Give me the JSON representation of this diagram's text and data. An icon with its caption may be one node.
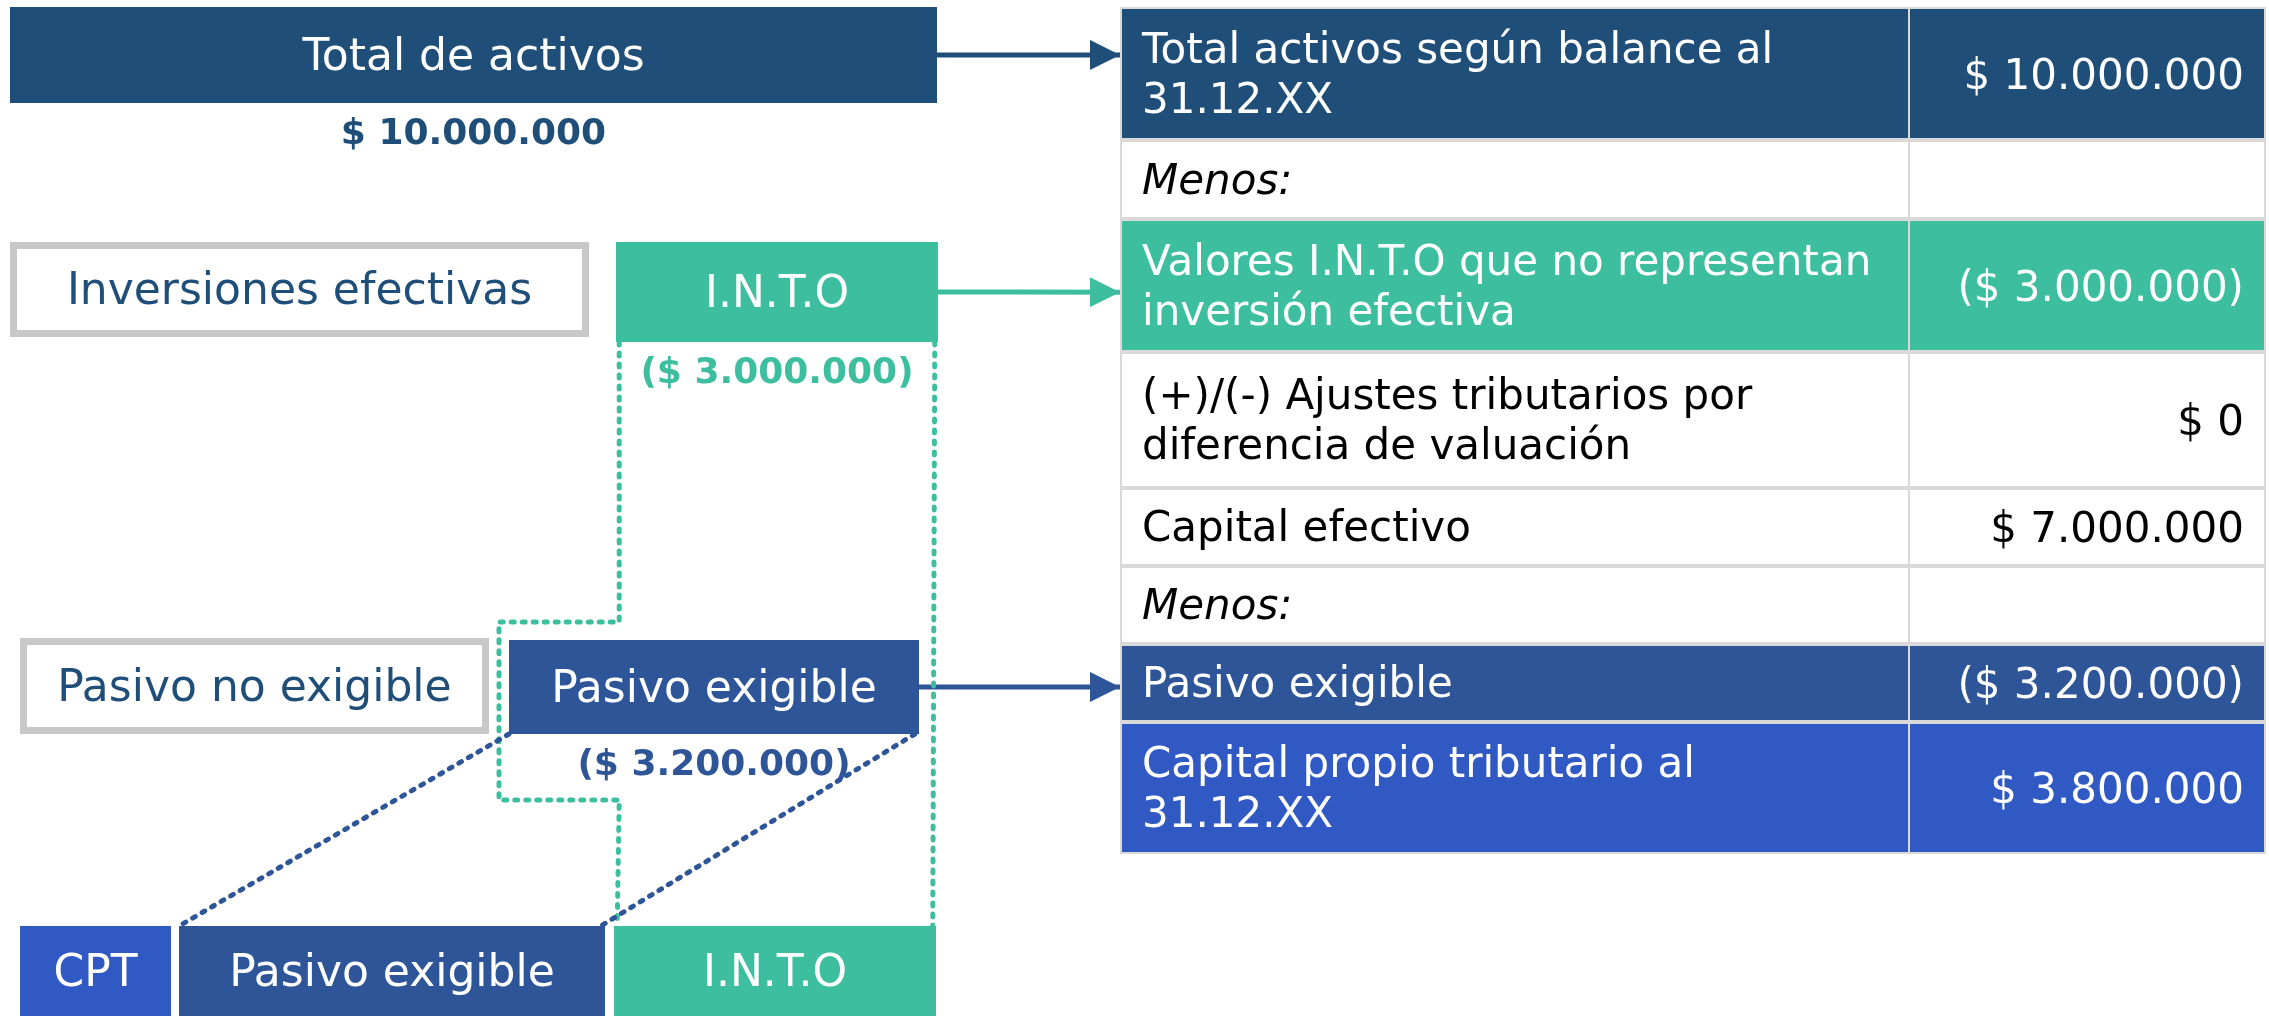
{
  "diagram": {
    "nodes": [
      {
        "text": [
          "Total de activos"
        ],
        "beside": [
          "$ 10.000.000"
        ]
      },
      {
        "text": [
          "Inversiones efectivas"
        ]
      },
      {
        "text": [
          "I.N.T.O"
        ],
        "beside": [
          "($ 3.000.000)"
        ]
      },
      {
        "text": [
          "Pasivo no exigible"
        ]
      },
      {
        "text": [
          "Pasivo exigible"
        ],
        "beside": [
          "($ 3.200.000)"
        ]
      },
      {
        "text": [
          "CPT"
        ]
      },
      {
        "text": [
          "Pasivo exigible"
        ]
      },
      {
        "text": [
          "I.N.T.O"
        ]
      },
      {
        "text": [
          "Total activos según balance al 31.12.XX",
          "$ 10.000.000"
        ]
      },
      {
        "text": [
          "Menos:"
        ]
      },
      {
        "text": [
          "Valores I.N.T.O que no representan inversión efectiva",
          "($ 3.000.000)"
        ]
      },
      {
        "text": [
          "(+)/(-) Ajustes tributarios por diferencia de valuación",
          "$ 0"
        ]
      },
      {
        "text": [
          "Capital efectivo",
          "$ 7.000.000"
        ]
      },
      {
        "text": [
          "Menos:"
        ]
      },
      {
        "text": [
          "Pasivo exigible",
          "($ 3.200.000)"
        ]
      },
      {
        "text": [
          "Capital propio tributario al 31.12.XX",
          "$ 3.800.000"
        ]
      }
    ],
    "edges": [
      {
        "from": 0,
        "to": 8,
        "arrow": "to",
        "color": "#1f4e79"
      },
      {
        "from": 2,
        "to": 10,
        "arrow": "to",
        "color": "#3dbf9f"
      },
      {
        "from": 4,
        "to": 14,
        "arrow": "to",
        "color": "#2e5597"
      },
      {
        "from": 2,
        "to": 7,
        "arrow": "none",
        "style": "dashed",
        "color": "#3dbf9f"
      },
      {
        "from": 2,
        "to": 7,
        "arrow": "none",
        "style": "dashed",
        "color": "#3dbf9f"
      },
      {
        "from": 4,
        "to": 6,
        "arrow": "none",
        "style": "dashed",
        "color": "#2e5597"
      },
      {
        "from": 4,
        "to": 6,
        "arrow": "none",
        "style": "dashed",
        "color": "#2e5597"
      }
    ]
  }
}
